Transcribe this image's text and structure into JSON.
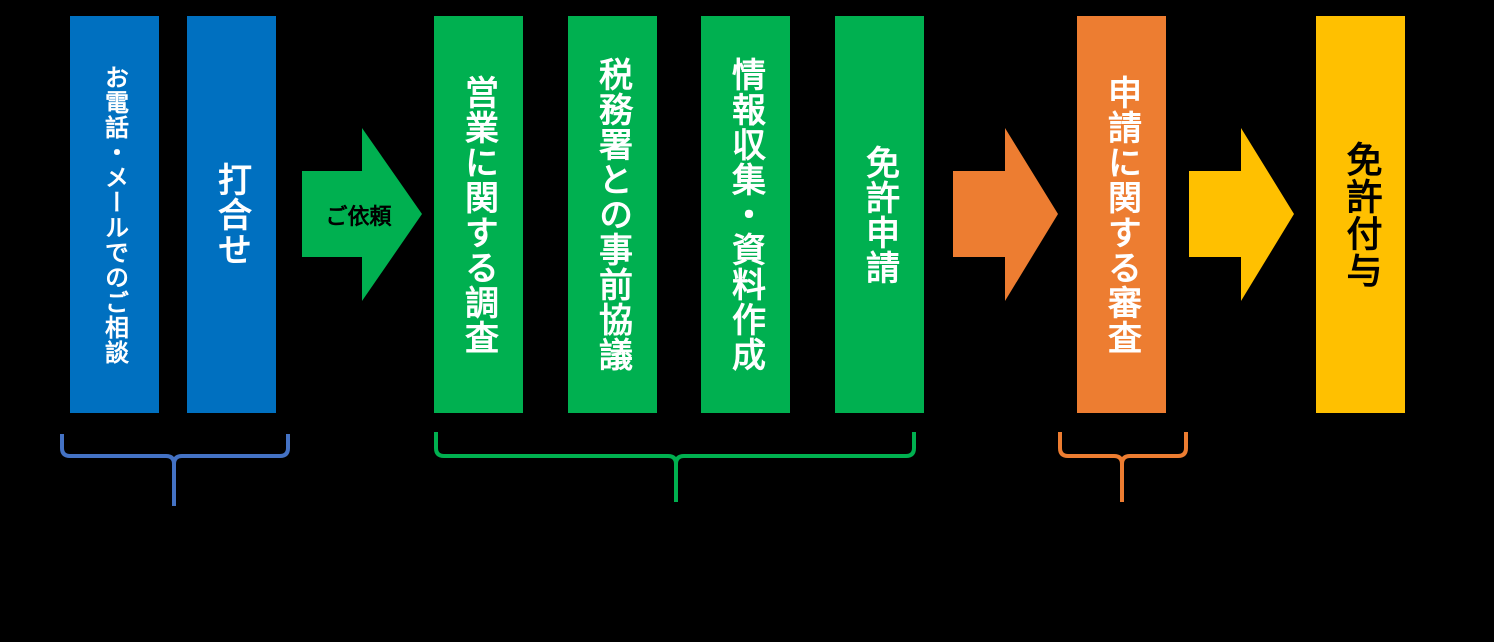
{
  "colors": {
    "background": "#000000",
    "consult_blue": "#0070C0",
    "bracket_blue": "#4472C4",
    "green": "#00B050",
    "orange": "#ED7D31",
    "yellow": "#FFC000"
  },
  "phase_1": {
    "steps": [
      {
        "label": "お電話・メールでのご相談"
      },
      {
        "label": "打合せ"
      }
    ]
  },
  "arrow_request": {
    "label": "ご依頼",
    "icon": "right-arrow-icon"
  },
  "phase_2": {
    "steps": [
      {
        "label": "営業に関する調査"
      },
      {
        "label": "税務署との事前協議"
      },
      {
        "label": "情報収集・資料作成"
      },
      {
        "label": "免許申請"
      }
    ]
  },
  "arrow_review": {
    "icon": "right-arrow-icon"
  },
  "phase_3": {
    "steps": [
      {
        "label": "申請に関する審査"
      }
    ]
  },
  "arrow_grant": {
    "icon": "right-arrow-icon"
  },
  "phase_4": {
    "steps": [
      {
        "label": "免許付与"
      }
    ]
  }
}
